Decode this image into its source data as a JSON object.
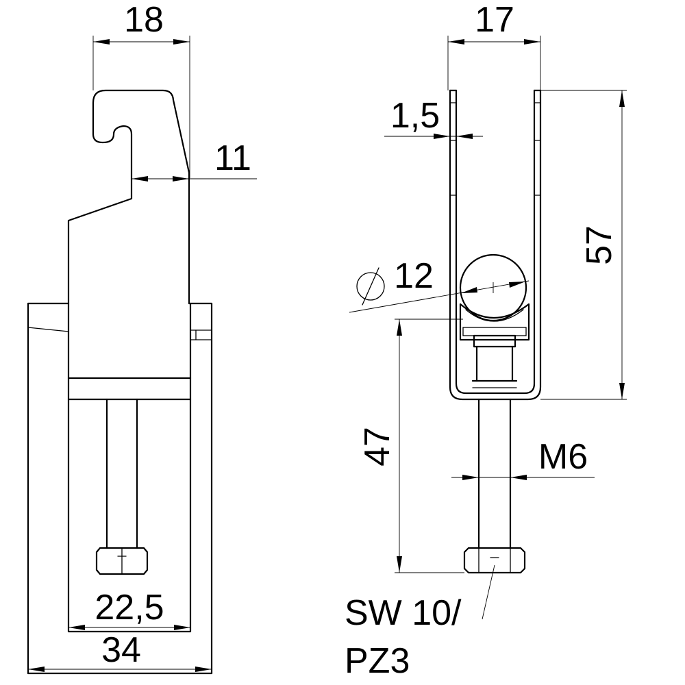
{
  "dimensions": {
    "left_width": "18",
    "hook_offset": "11",
    "inner_width": "22,5",
    "outer_width": "34",
    "right_width": "17",
    "wall_thickness": "1,5",
    "clip_height": "57",
    "diameter": "12",
    "thread_length": "47",
    "thread_size": "M6",
    "wrench_line1": "SW 10/",
    "wrench_line2": "PZ3"
  },
  "colors": {
    "line": "#000000",
    "background": "#ffffff"
  },
  "icons": {
    "diameter_symbol": "diameter-icon"
  }
}
